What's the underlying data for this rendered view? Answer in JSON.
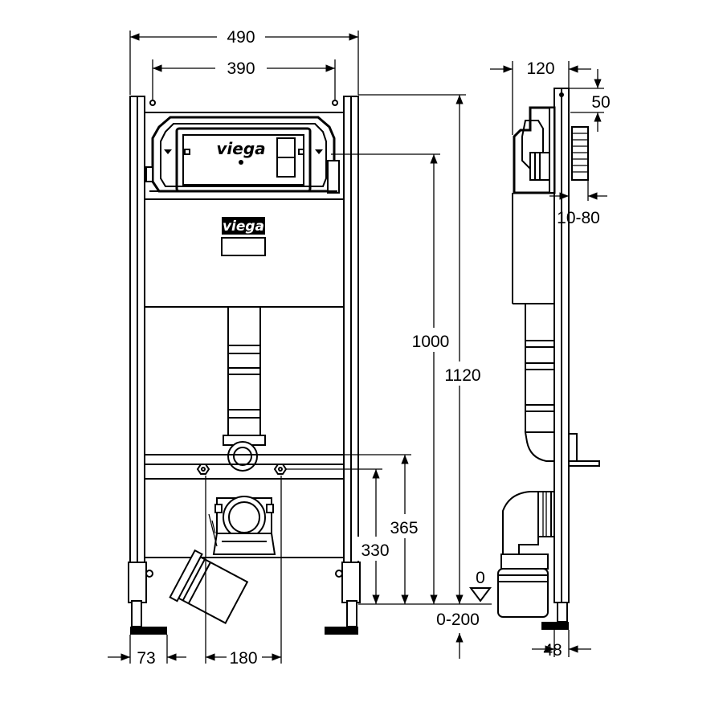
{
  "brand": {
    "logo_text": "viega"
  },
  "front_view": {
    "dim_width_outer": "490",
    "dim_width_inner": "390",
    "dim_height_1000": "1000",
    "dim_height_1120": "1120",
    "dim_365": "365",
    "dim_330": "330",
    "dim_0_200": "0-200",
    "dim_zero": "0",
    "dim_73": "73",
    "dim_180": "180"
  },
  "side_view": {
    "dim_120": "120",
    "dim_50": "50",
    "dim_10_80": "10-80",
    "dim_48": "48"
  }
}
